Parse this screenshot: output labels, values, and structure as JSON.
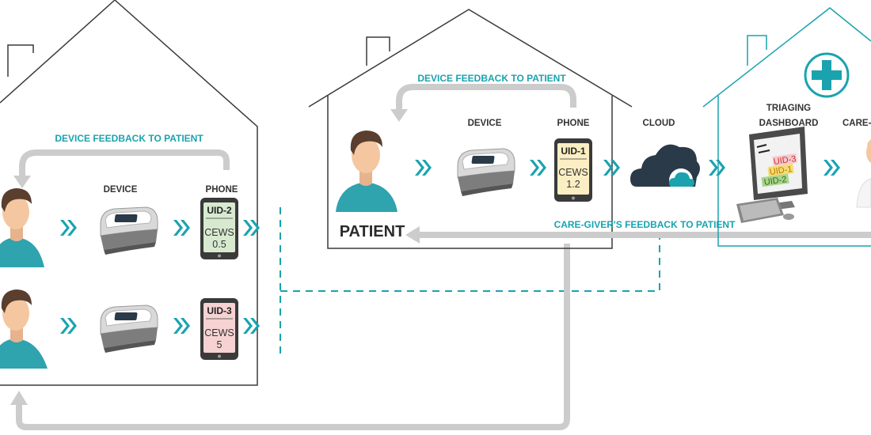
{
  "labels": {
    "device_feedback_1": "DEVICE FEEDBACK TO PATIENT",
    "device_feedback_2": "DEVICE FEEDBACK TO PATIENT",
    "device_1": "DEVICE",
    "phone_1": "PHONE",
    "device_2": "DEVICE",
    "phone_2": "PHONE",
    "cloud": "CLOUD",
    "triaging_line1": "TRIAGING",
    "triaging_line2": "DASHBOARD",
    "caregiver": "CARE-GIVER",
    "caregiver_feedback": "CARE-GIVER'S FEEDBACK TO PATIENT",
    "patient": "PATIENT"
  },
  "phones": [
    {
      "uid": "UID-2",
      "text1": "CEWS",
      "text2": "0.5",
      "color": "#d7ead0"
    },
    {
      "uid": "UID-3",
      "text1": "CEWS",
      "text2": "5",
      "color": "#f6d2d2"
    },
    {
      "uid": "UID-1",
      "text1": "CEWS",
      "text2": "1.2",
      "color": "#fbeec3"
    }
  ],
  "dashboard": [
    {
      "text": "UID-3",
      "color": "#f7c9cc"
    },
    {
      "text": "UID-1",
      "color": "#f5dc73"
    },
    {
      "text": "UID-2",
      "color": "#a8d48c"
    }
  ],
  "colors": {
    "teal": "#1aa3ae",
    "grey_arrow": "#cccccc",
    "house_line": "#3a3a3a",
    "skin": "#f4c7a1",
    "hair": "#5a3e2e",
    "shirt": "#2fa3ae"
  }
}
